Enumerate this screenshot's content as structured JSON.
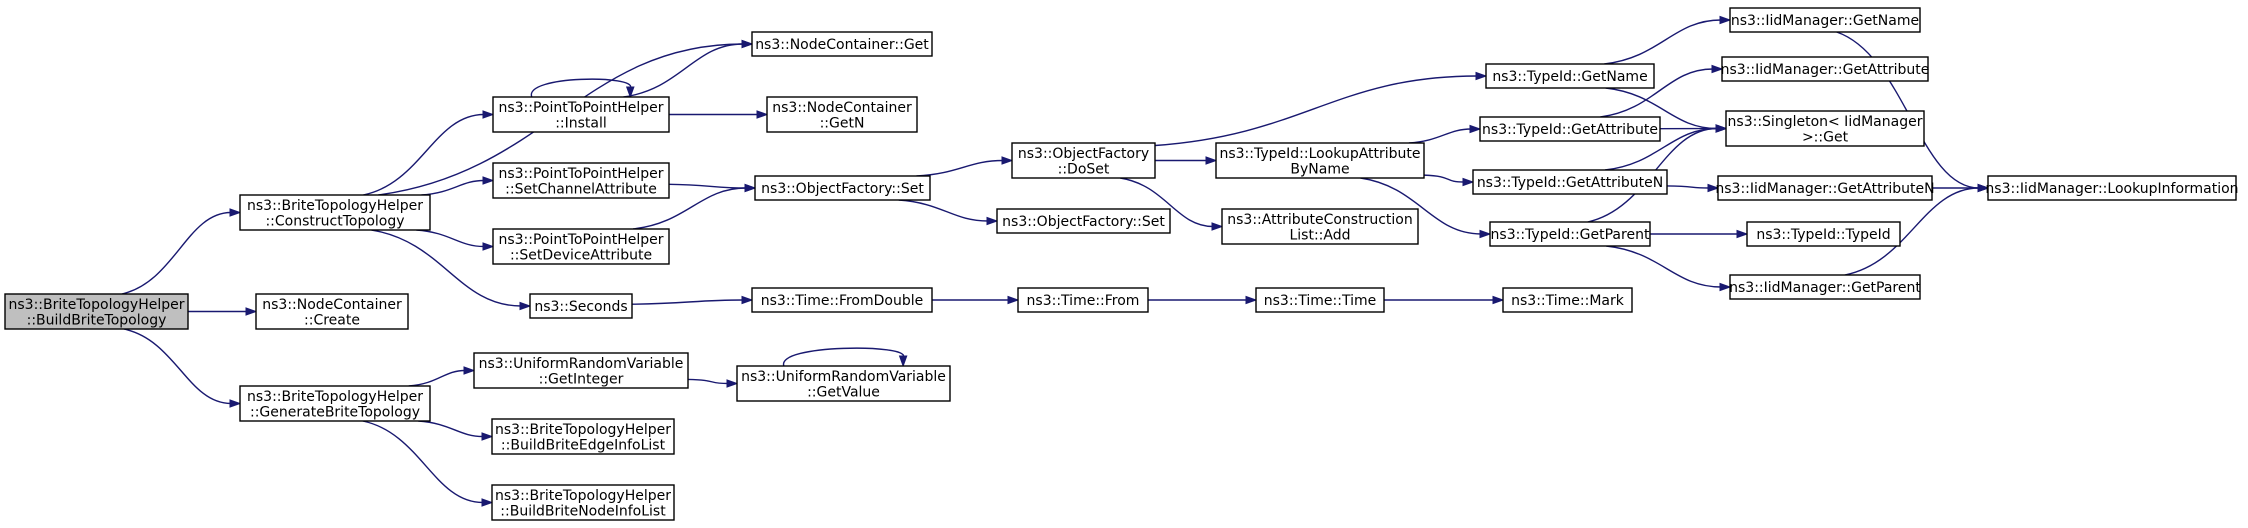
{
  "colors": {
    "edge": "#191970",
    "root_fill": "#bfbfbf",
    "node_fill": "#ffffff",
    "node_border": "#000000"
  },
  "nodes": {
    "n0": {
      "lines": [
        "ns3::BriteTopologyHelper",
        "::BuildBriteTopology"
      ],
      "root": true
    },
    "n1": {
      "lines": [
        "ns3::BriteTopologyHelper",
        "::ConstructTopology"
      ]
    },
    "n2": {
      "lines": [
        "ns3::NodeContainer",
        "::Create"
      ]
    },
    "n3": {
      "lines": [
        "ns3::BriteTopologyHelper",
        "::GenerateBriteTopology"
      ]
    },
    "n4": {
      "lines": [
        "ns3::NodeContainer::Get"
      ]
    },
    "n5": {
      "lines": [
        "ns3::PointToPointHelper",
        "::Install"
      ]
    },
    "n6": {
      "lines": [
        "ns3::PointToPointHelper",
        "::SetChannelAttribute"
      ]
    },
    "n7": {
      "lines": [
        "ns3::PointToPointHelper",
        "::SetDeviceAttribute"
      ]
    },
    "n8": {
      "lines": [
        "ns3::Seconds"
      ]
    },
    "n9": {
      "lines": [
        "ns3::NodeContainer",
        "::GetN"
      ]
    },
    "n10": {
      "lines": [
        "ns3::ObjectFactory::Set"
      ]
    },
    "n11": {
      "lines": [
        "ns3::ObjectFactory",
        "::DoSet"
      ]
    },
    "n12": {
      "lines": [
        "ns3::ObjectFactory::Set"
      ]
    },
    "n13": {
      "lines": [
        "ns3::TypeId::GetName"
      ]
    },
    "n14": {
      "lines": [
        "ns3::TypeId::LookupAttribute",
        "ByName"
      ]
    },
    "n15": {
      "lines": [
        "ns3::AttributeConstruction",
        "List::Add"
      ]
    },
    "n16": {
      "lines": [
        "ns3::IidManager::GetName"
      ]
    },
    "n17": {
      "lines": [
        "ns3::Singleton< IidManager",
        " >::Get"
      ]
    },
    "n18": {
      "lines": [
        "ns3::TypeId::GetAttribute"
      ]
    },
    "n19": {
      "lines": [
        "ns3::TypeId::GetAttributeN"
      ]
    },
    "n20": {
      "lines": [
        "ns3::TypeId::GetParent"
      ]
    },
    "n21": {
      "lines": [
        "ns3::IidManager::GetAttribute"
      ]
    },
    "n22": {
      "lines": [
        "ns3::IidManager::GetAttributeN"
      ]
    },
    "n23": {
      "lines": [
        "ns3::IidManager::LookupInformation"
      ]
    },
    "n24": {
      "lines": [
        "ns3::TypeId::TypeId"
      ]
    },
    "n25": {
      "lines": [
        "ns3::IidManager::GetParent"
      ]
    },
    "n26": {
      "lines": [
        "ns3::Time::FromDouble"
      ]
    },
    "n27": {
      "lines": [
        "ns3::Time::From"
      ]
    },
    "n28": {
      "lines": [
        "ns3::Time::Time"
      ]
    },
    "n29": {
      "lines": [
        "ns3::Time::Mark"
      ]
    },
    "n30": {
      "lines": [
        "ns3::UniformRandomVariable",
        "::GetInteger"
      ]
    },
    "n31": {
      "lines": [
        "ns3::UniformRandomVariable",
        "::GetValue"
      ]
    },
    "n32": {
      "lines": [
        "ns3::BriteTopologyHelper",
        "::BuildBriteEdgeInfoList"
      ]
    },
    "n33": {
      "lines": [
        "ns3::BriteTopologyHelper",
        "::BuildBriteNodeInfoList"
      ]
    }
  },
  "edges": [
    [
      "n0",
      "n1"
    ],
    [
      "n0",
      "n2"
    ],
    [
      "n0",
      "n3"
    ],
    [
      "n1",
      "n4"
    ],
    [
      "n1",
      "n5"
    ],
    [
      "n1",
      "n6"
    ],
    [
      "n1",
      "n7"
    ],
    [
      "n1",
      "n8"
    ],
    [
      "n5",
      "n5"
    ],
    [
      "n5",
      "n4"
    ],
    [
      "n5",
      "n9"
    ],
    [
      "n6",
      "n10"
    ],
    [
      "n7",
      "n10"
    ],
    [
      "n10",
      "n11"
    ],
    [
      "n10",
      "n12"
    ],
    [
      "n11",
      "n13"
    ],
    [
      "n11",
      "n14"
    ],
    [
      "n11",
      "n15"
    ],
    [
      "n13",
      "n16"
    ],
    [
      "n13",
      "n17"
    ],
    [
      "n14",
      "n18"
    ],
    [
      "n14",
      "n19"
    ],
    [
      "n14",
      "n20"
    ],
    [
      "n18",
      "n21"
    ],
    [
      "n18",
      "n17"
    ],
    [
      "n19",
      "n17"
    ],
    [
      "n19",
      "n22"
    ],
    [
      "n20",
      "n17"
    ],
    [
      "n20",
      "n24"
    ],
    [
      "n20",
      "n25"
    ],
    [
      "n16",
      "n23"
    ],
    [
      "n22",
      "n23"
    ],
    [
      "n25",
      "n23"
    ],
    [
      "n8",
      "n26"
    ],
    [
      "n26",
      "n27"
    ],
    [
      "n27",
      "n28"
    ],
    [
      "n28",
      "n29"
    ],
    [
      "n3",
      "n30"
    ],
    [
      "n3",
      "n32"
    ],
    [
      "n3",
      "n33"
    ],
    [
      "n30",
      "n31"
    ],
    [
      "n31",
      "n31"
    ]
  ]
}
